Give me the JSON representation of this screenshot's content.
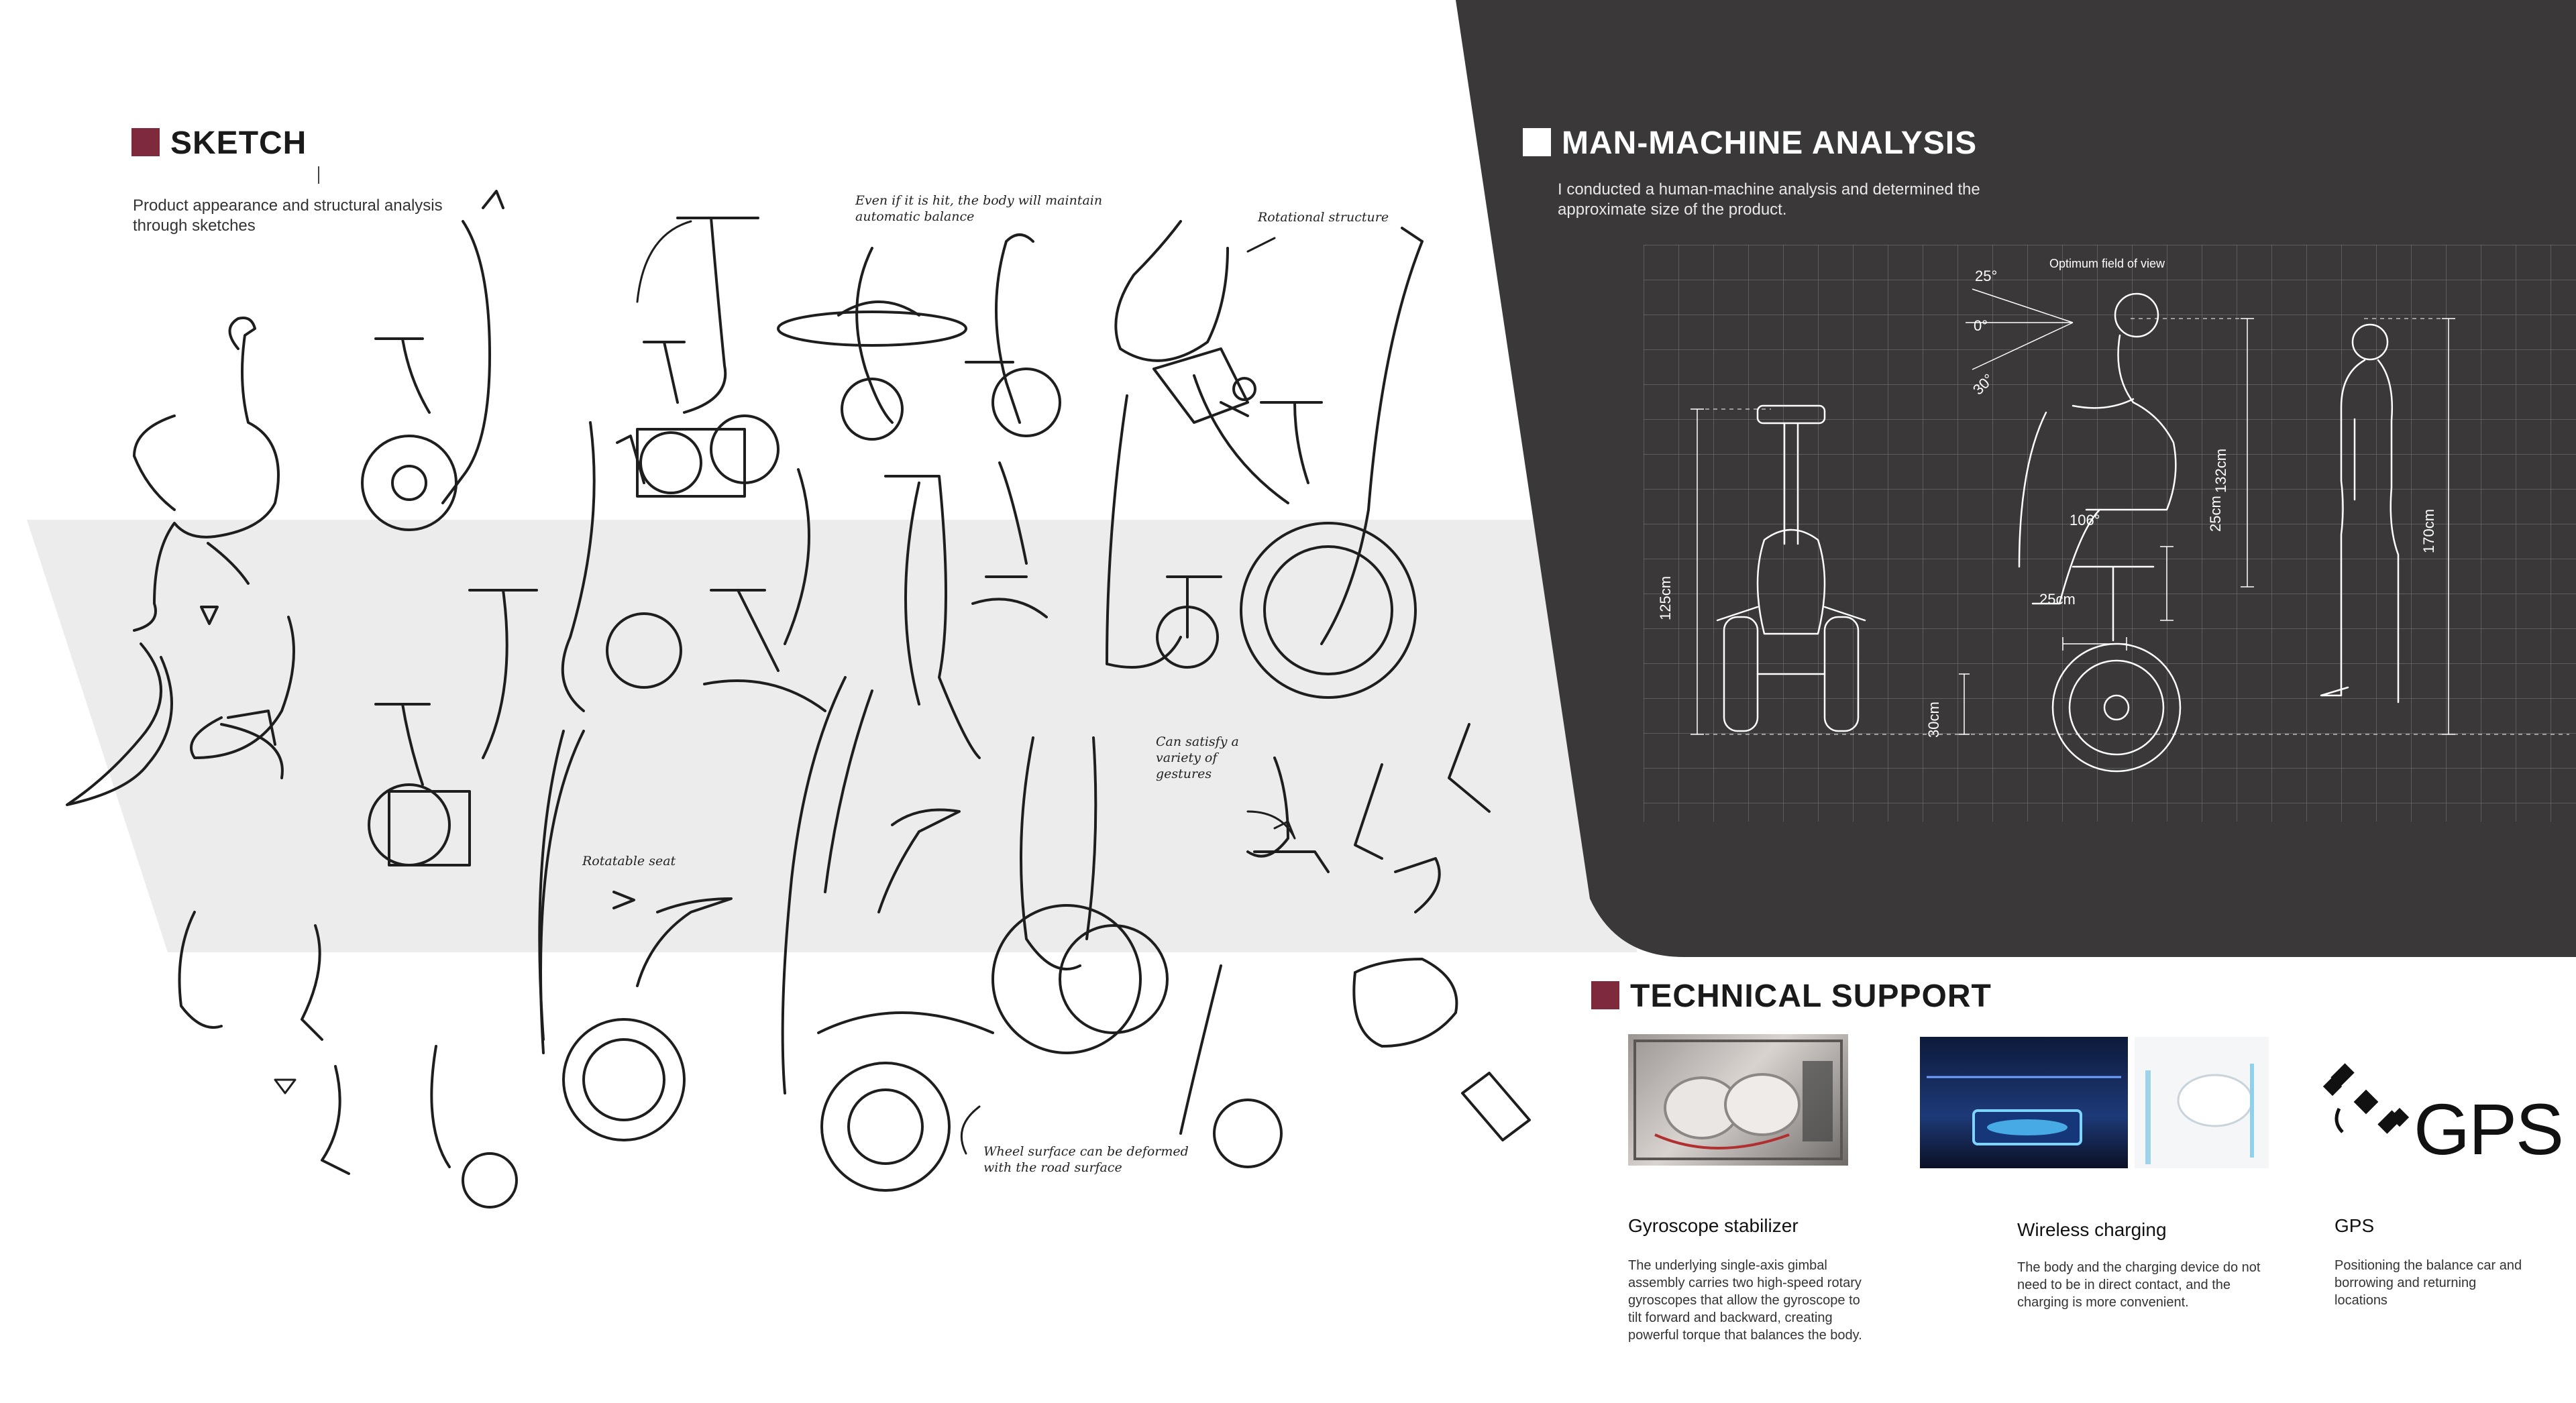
{
  "colors": {
    "accent": "#7e2a3c",
    "dark_panel": "#3a3838",
    "light_band": "#ececec"
  },
  "sketch": {
    "title": "SKETCH",
    "subtitle": "Product appearance and structural analysis through sketches",
    "notes": {
      "balance": "Even if it is hit, the body will maintain automatic balance",
      "rotational": "Rotational structure",
      "gestures": "Can satisfy a variety of gestures",
      "seat": "Rotatable seat",
      "wheel": "Wheel surface can be deformed with the road surface"
    }
  },
  "analysis": {
    "title": "MAN-MACHINE ANALYSIS",
    "description": "I conducted a human-machine analysis and determined the approximate size of the product.",
    "labels": {
      "field_of_view": "Optimum field of view",
      "angle_up": "25°",
      "angle_zero": "0°",
      "angle_down": "30°",
      "knee_angle": "106°",
      "height_125": "125cm",
      "height_30": "30cm",
      "seat_25v": "25cm",
      "seat_25h": "25cm",
      "height_132": "132cm",
      "height_170": "170cm"
    }
  },
  "technical": {
    "title": "TECHNICAL SUPPORT",
    "features": [
      {
        "title": "Gyroscope stabilizer",
        "description": "The underlying single-axis gimbal assembly carries two high-speed rotary gyroscopes that allow the gyroscope to tilt forward and backward, creating powerful torque that balances the body."
      },
      {
        "title": "Wireless charging",
        "description": "The body and the charging device do not need to be in direct contact, and the charging is more convenient."
      },
      {
        "title": "GPS",
        "description": "Positioning the balance car and borrowing and returning locations"
      }
    ],
    "gps_logo": "GPS"
  }
}
